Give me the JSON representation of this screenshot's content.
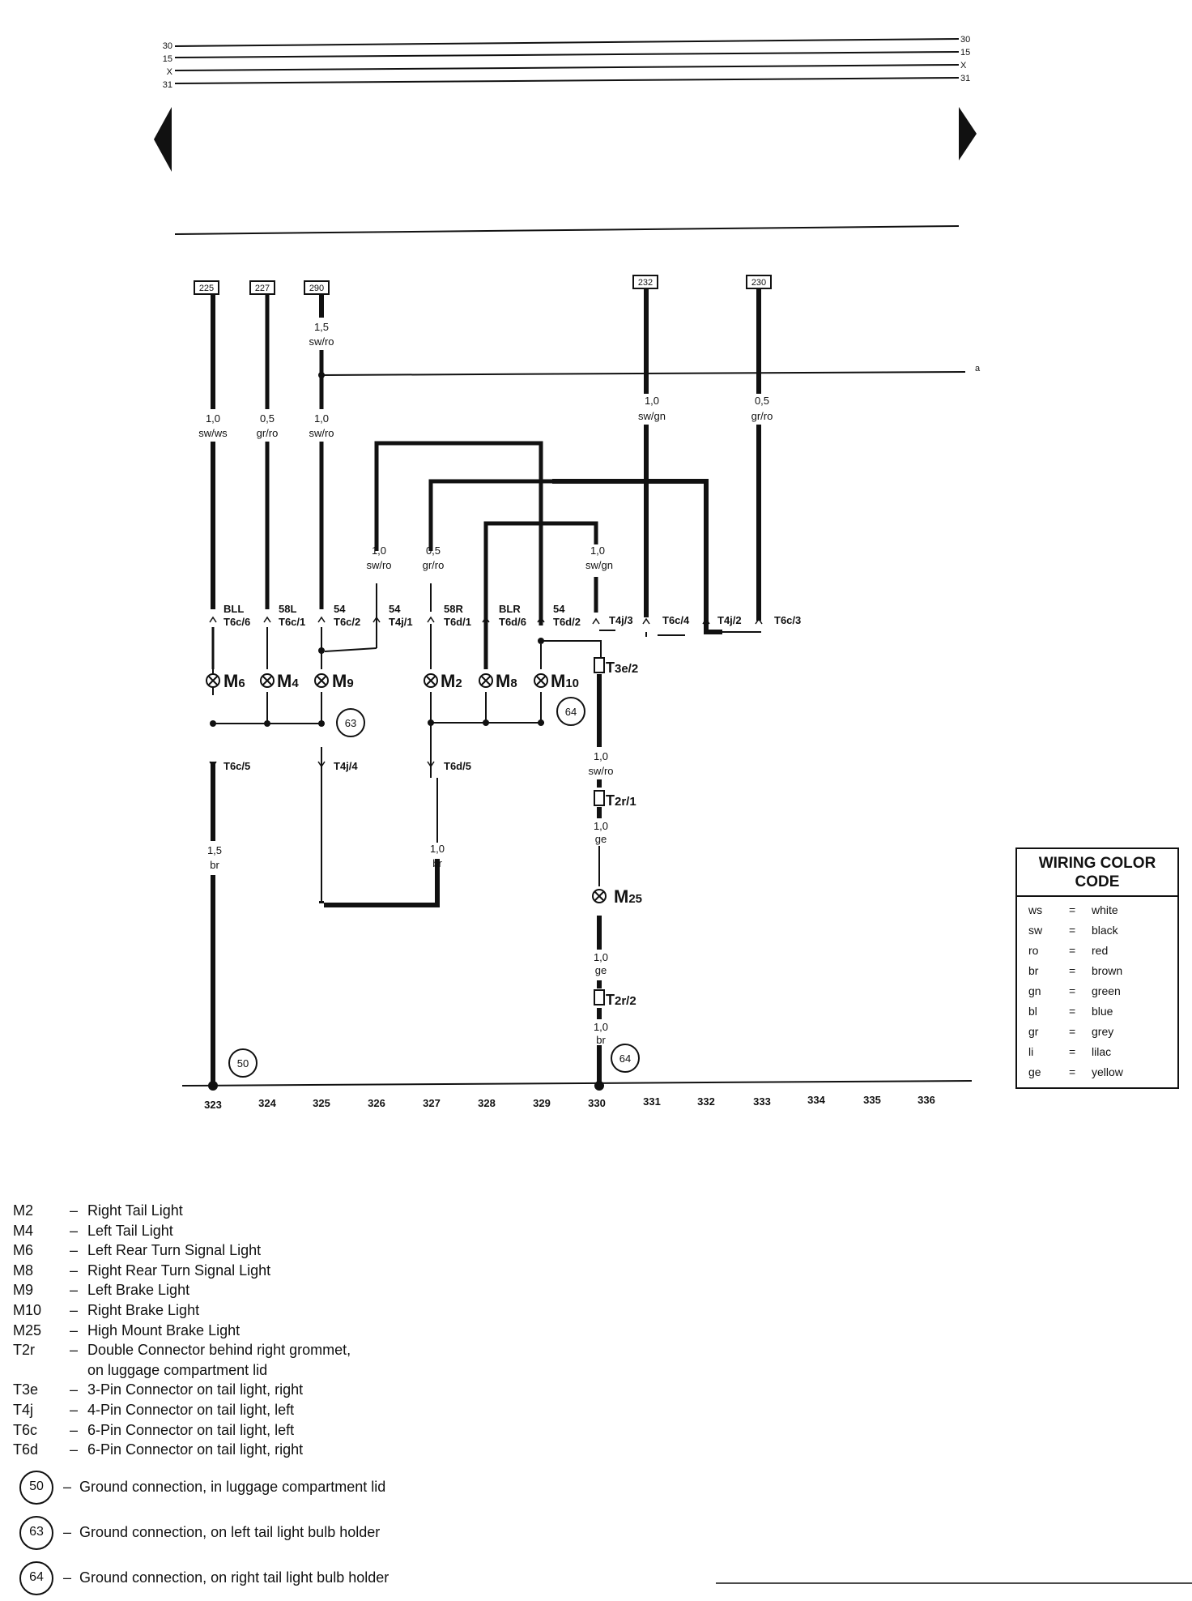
{
  "bus": {
    "left_labels": [
      "30",
      "15",
      "X",
      "31"
    ],
    "right_labels": [
      "30",
      "15",
      "X",
      "31"
    ]
  },
  "fuse_refs": [
    "225",
    "227",
    "290",
    "232",
    "230"
  ],
  "off_sheet": "a",
  "wires": {
    "w225": {
      "gauge": "1,0",
      "color": "sw/ws"
    },
    "w227": {
      "gauge": "0,5",
      "color": "gr/ro"
    },
    "w290_top": {
      "gauge": "1,5",
      "color": "sw/ro"
    },
    "w290": {
      "gauge": "1,0",
      "color": "sw/ro"
    },
    "w232": {
      "gauge": "1,0",
      "color": "sw/gn"
    },
    "w230": {
      "gauge": "0,5",
      "color": "gr/ro"
    },
    "w326": {
      "gauge": "1,0",
      "color": "sw/ro"
    },
    "w327": {
      "gauge": "0,5",
      "color": "gr/ro"
    },
    "w330a": {
      "gauge": "1,0",
      "color": "sw/gn"
    },
    "w_left_ground": {
      "gauge": "1,5",
      "color": "br"
    },
    "w_return": {
      "gauge": "1,0",
      "color": "br"
    },
    "w330b": {
      "gauge": "1,0",
      "color": "sw/ro"
    },
    "w330c": {
      "gauge": "1,0",
      "color": "ge"
    },
    "w330d": {
      "gauge": "1,0",
      "color": "ge"
    },
    "w330e": {
      "gauge": "1,0",
      "color": "br"
    }
  },
  "pins": {
    "bll_func": "BLL",
    "bll_pin": "T6c/6",
    "58l_func": "58L",
    "58l_pin": "T6c/1",
    "54a_func": "54",
    "54a_pin": "T6c/2",
    "54b_func": "54",
    "54b_pin": "T4j/1",
    "58r_func": "58R",
    "58r_pin": "T6d/1",
    "blr_func": "BLR",
    "blr_pin": "T6d/6",
    "54c_func": "54",
    "54c_pin": "T6d/2",
    "t4j3": "T4j/3",
    "t6c4": "T6c/4",
    "t4j2": "T4j/2",
    "t6c3": "T6c/3",
    "t6c5": "T6c/5",
    "t4j4": "T4j/4",
    "t6d5": "T6d/5"
  },
  "components": {
    "m6": {
      "main": "M",
      "sub": "6"
    },
    "m4": {
      "main": "M",
      "sub": "4"
    },
    "m9": {
      "main": "M",
      "sub": "9"
    },
    "m2": {
      "main": "M",
      "sub": "2"
    },
    "m8": {
      "main": "M",
      "sub": "8"
    },
    "m10": {
      "main": "M",
      "sub": "10"
    },
    "m25": {
      "main": "M",
      "sub": "25"
    },
    "t3e": {
      "main": "T",
      "sub": "3e/2"
    },
    "t2r1": {
      "main": "T",
      "sub": "2r/1"
    },
    "t2r2": {
      "main": "T",
      "sub": "2r/2"
    }
  },
  "grounds": {
    "g63": "63",
    "g64a": "64",
    "g50": "50",
    "g64b": "64"
  },
  "tracks": [
    "323",
    "324",
    "325",
    "326",
    "327",
    "328",
    "329",
    "330",
    "331",
    "332",
    "333",
    "334",
    "335",
    "336"
  ],
  "color_code": {
    "title": "WIRING COLOR CODE",
    "rows": [
      {
        "abbr": "ws",
        "eq": "=",
        "name": "white"
      },
      {
        "abbr": "sw",
        "eq": "=",
        "name": "black"
      },
      {
        "abbr": "ro",
        "eq": "=",
        "name": "red"
      },
      {
        "abbr": "br",
        "eq": "=",
        "name": "brown"
      },
      {
        "abbr": "gn",
        "eq": "=",
        "name": "green"
      },
      {
        "abbr": "bl",
        "eq": "=",
        "name": "blue"
      },
      {
        "abbr": "gr",
        "eq": "=",
        "name": "grey"
      },
      {
        "abbr": "li",
        "eq": "=",
        "name": "lilac"
      },
      {
        "abbr": "ge",
        "eq": "=",
        "name": "yellow"
      }
    ]
  },
  "legend": [
    {
      "code": "M2",
      "desc": "Right Tail Light"
    },
    {
      "code": "M4",
      "desc": "Left Tail Light"
    },
    {
      "code": "M6",
      "desc": "Left Rear Turn Signal Light"
    },
    {
      "code": "M8",
      "desc": "Right Rear Turn Signal Light"
    },
    {
      "code": "M9",
      "desc": "Left Brake Light"
    },
    {
      "code": "M10",
      "desc": "Right Brake Light"
    },
    {
      "code": "M25",
      "desc": "High Mount Brake Light"
    },
    {
      "code": "T2r",
      "desc": "Double Connector behind right grommet,"
    },
    {
      "code": "",
      "desc": "on luggage compartment lid"
    },
    {
      "code": "T3e",
      "desc": "3-Pin Connector on tail light, right"
    },
    {
      "code": "T4j",
      "desc": "4-Pin Connector on tail light, left"
    },
    {
      "code": "T6c",
      "desc": "6-Pin Connector on tail light, left"
    },
    {
      "code": "T6d",
      "desc": "6-Pin Connector on tail light, right"
    }
  ],
  "ground_legend": [
    {
      "num": "50",
      "desc": "Ground connection, in luggage compartment lid"
    },
    {
      "num": "63",
      "desc": "Ground connection, on left tail light bulb holder"
    },
    {
      "num": "64",
      "desc": "Ground connection, on right tail light bulb holder"
    }
  ]
}
